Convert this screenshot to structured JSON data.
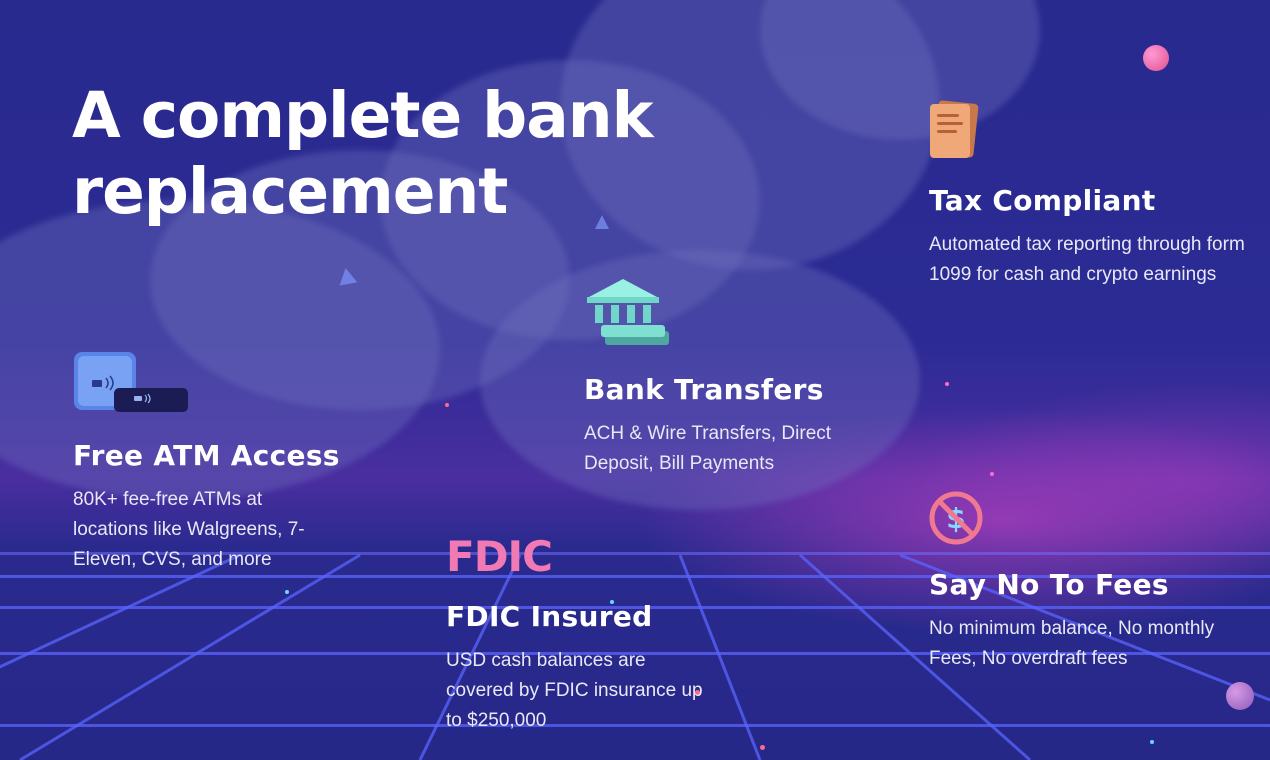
{
  "headline": {
    "line1": "A complete bank",
    "line2": "replacement"
  },
  "features": {
    "tax": {
      "title": "Tax Compliant",
      "description": "Automated tax reporting through form 1099 for cash and crypto earnings",
      "icon": "document-icon"
    },
    "bank_transfers": {
      "title": "Bank Transfers",
      "description": "ACH & Wire Transfers, Direct Deposit, Bill Payments",
      "icon": "bank-icon"
    },
    "atm": {
      "title": "Free ATM Access",
      "description": "80K+ fee-free ATMs at locations like Walgreens, 7-Eleven, CVS, and more",
      "icon": "cards-icon"
    },
    "fdic": {
      "title": "FDIC Insured",
      "description": "USD cash balances are covered by FDIC insurance up to $250,000",
      "logo_text": "FDIC",
      "icon": "fdic-logo"
    },
    "fees": {
      "title": "Say No To Fees",
      "description": "No minimum balance, No monthly Fees, No overdraft fees",
      "icon": "no-dollar-icon"
    }
  },
  "colors": {
    "background": "#2a2a8c",
    "accent_pink": "#f27ab4",
    "accent_teal": "#6fd6c8",
    "grid": "#5a64ff"
  }
}
